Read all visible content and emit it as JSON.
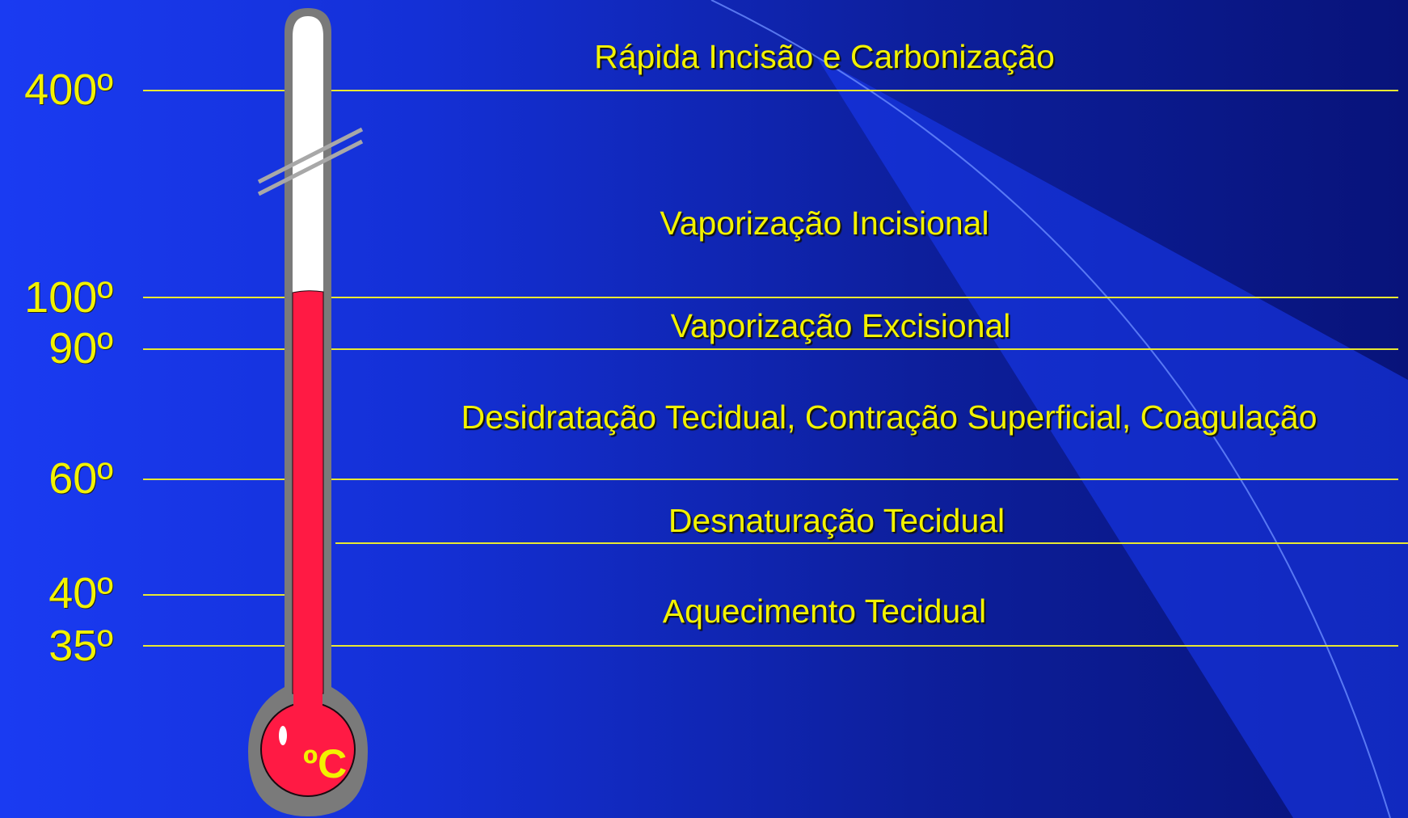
{
  "degrees": [
    {
      "id": "400",
      "text": "400º"
    },
    {
      "id": "100",
      "text": "100º"
    },
    {
      "id": "90",
      "text": "90º"
    },
    {
      "id": "60",
      "text": "60º"
    },
    {
      "id": "40",
      "text": "40º"
    },
    {
      "id": "35",
      "text": "35º"
    }
  ],
  "labels": [
    {
      "id": "carbonizacao",
      "text": "Rápida Incisão e Carbonização"
    },
    {
      "id": "incisional",
      "text": "Vaporização Incisional"
    },
    {
      "id": "excisional",
      "text": "Vaporização Excisional"
    },
    {
      "id": "desidratacao",
      "text": "Desidratação Tecidual, Contração Superficial, Coagulação"
    },
    {
      "id": "desnaturacao",
      "text": "Desnaturação Tecidual"
    },
    {
      "id": "aquecimento",
      "text": "Aquecimento Tecidual"
    }
  ],
  "thermometer": {
    "unit": "ºC",
    "mercury_level": "100º"
  },
  "colors": {
    "text": "#f2f200",
    "lines": "#e8e832",
    "mercury": "#ff1a44",
    "background": "#1a3bf2"
  }
}
